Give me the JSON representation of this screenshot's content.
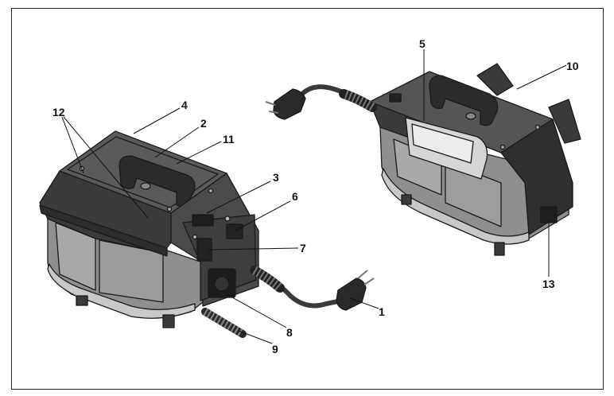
{
  "callouts": [
    {
      "id": "c1",
      "label": "1"
    },
    {
      "id": "c2",
      "label": "2"
    },
    {
      "id": "c3",
      "label": "3"
    },
    {
      "id": "c4",
      "label": "4"
    },
    {
      "id": "c5",
      "label": "5"
    },
    {
      "id": "c6",
      "label": "6"
    },
    {
      "id": "c7",
      "label": "7"
    },
    {
      "id": "c8",
      "label": "8"
    },
    {
      "id": "c9",
      "label": "9"
    },
    {
      "id": "c10",
      "label": "10"
    },
    {
      "id": "c11",
      "label": "11"
    },
    {
      "id": "c12",
      "label": "12"
    },
    {
      "id": "c13",
      "label": "13"
    }
  ],
  "colors": {
    "housing_dark": "#3d3d3d",
    "housing_mid": "#6b6b6b",
    "housing_light": "#9a9a9a",
    "handle": "#2e2e2e",
    "cable": "#444444",
    "frame": "#222222"
  }
}
